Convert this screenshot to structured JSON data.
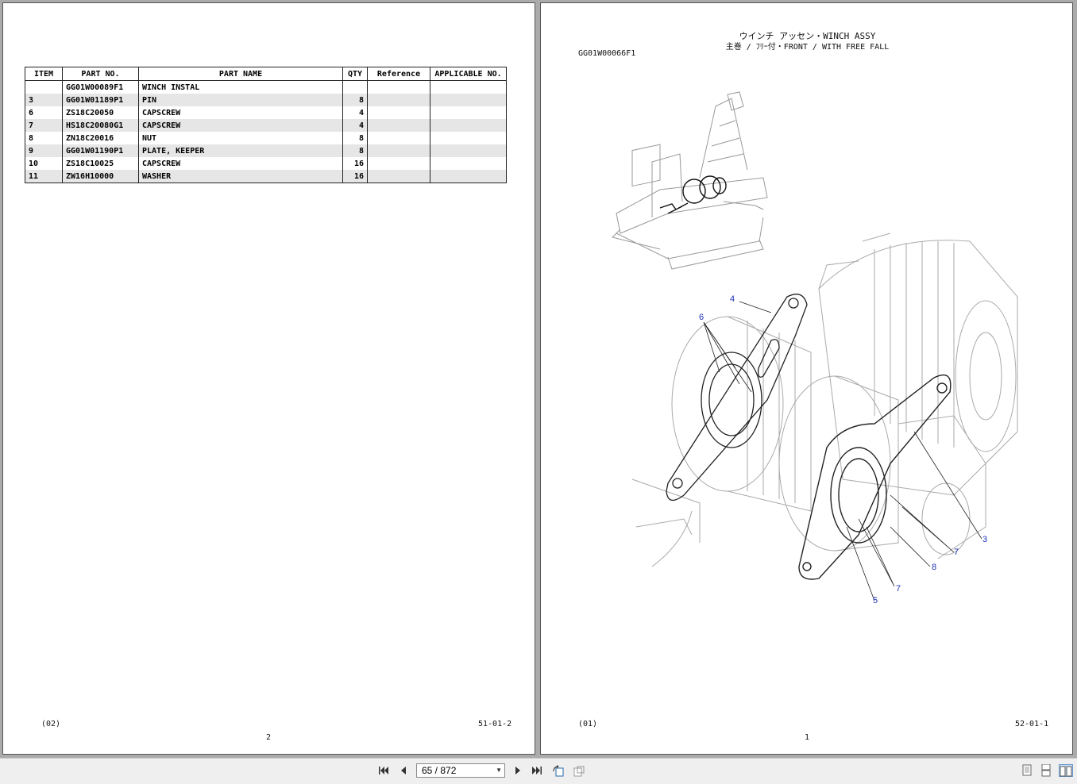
{
  "left_page": {
    "table": {
      "headers": [
        "ITEM",
        "PART NO.",
        "PART NAME",
        "QTY",
        "Reference",
        "APPLICABLE NO."
      ],
      "rows": [
        {
          "item": "",
          "part_no": "GG01W00089F1",
          "part_name": "WINCH INSTAL",
          "qty": "",
          "reference": "",
          "applicable": ""
        },
        {
          "item": "3",
          "part_no": "GG01W01189P1",
          "part_name": "PIN",
          "qty": "8",
          "reference": "",
          "applicable": ""
        },
        {
          "item": "6",
          "part_no": "ZS18C20050",
          "part_name": "CAPSCREW",
          "qty": "4",
          "reference": "",
          "applicable": ""
        },
        {
          "item": "7",
          "part_no": "HS18C20080G1",
          "part_name": "CAPSCREW",
          "qty": "4",
          "reference": "",
          "applicable": ""
        },
        {
          "item": "8",
          "part_no": "ZN18C20016",
          "part_name": "NUT",
          "qty": "8",
          "reference": "",
          "applicable": ""
        },
        {
          "item": "9",
          "part_no": "GG01W01190P1",
          "part_name": "PLATE, KEEPER",
          "qty": "8",
          "reference": "",
          "applicable": ""
        },
        {
          "item": "10",
          "part_no": "ZS18C10025",
          "part_name": "CAPSCREW",
          "qty": "16",
          "reference": "",
          "applicable": ""
        },
        {
          "item": "11",
          "part_no": "ZW16H10000",
          "part_name": "WASHER",
          "qty": "16",
          "reference": "",
          "applicable": ""
        }
      ]
    },
    "footer_left": "(02)",
    "footer_right": "51-01-2",
    "page_number": "2"
  },
  "right_page": {
    "title_line1": "ウインチ アッセン・WINCH ASSY",
    "title_line2": "主巻 / ﾌﾘｰ付・FRONT / WITH FREE FALL",
    "drawing_code": "GG01W00066F1",
    "callouts": [
      "4",
      "6",
      "3",
      "7",
      "8",
      "7",
      "5"
    ],
    "footer_left": "(01)",
    "footer_right": "52-01-1",
    "page_number": "1"
  },
  "toolbar": {
    "page_field": "65 / 872",
    "icons": [
      "first-page-icon",
      "prev-page-icon",
      "next-page-icon",
      "last-page-icon",
      "rotate-icon",
      "rotate-alt-icon",
      "single-page-icon",
      "continuous-icon",
      "two-page-icon"
    ]
  },
  "colors": {
    "callout": "#2233bb",
    "row_shade": "#e6e6e6",
    "toolbar_bg": "#efefef",
    "desk_bg": "#ababab"
  }
}
